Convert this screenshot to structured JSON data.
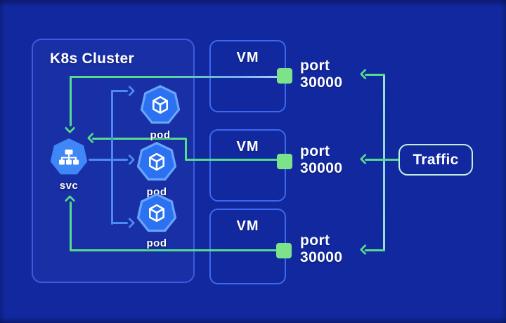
{
  "cluster": {
    "title": "K8s Cluster",
    "svc": {
      "label": "svc"
    },
    "pods": [
      {
        "label": "pod"
      },
      {
        "label": "pod"
      },
      {
        "label": "pod"
      }
    ]
  },
  "vms": [
    {
      "label": "VM",
      "port_word": "port",
      "port_number": "30000"
    },
    {
      "label": "VM",
      "port_word": "port",
      "port_number": "30000"
    },
    {
      "label": "VM",
      "port_word": "port",
      "port_number": "30000"
    }
  ],
  "traffic": {
    "label": "Traffic"
  },
  "colors": {
    "background": "#12289F",
    "cluster_border": "#3C5BE0",
    "vm_border": "#3E68EE",
    "traffic_border": "#BFEFE3",
    "line_green": "#55DC8E",
    "line_blue": "#4C8BF5",
    "trunk_cyan": "#8ED9E4",
    "port_green": "#7CE38B",
    "icon_blue": "#2B72F2",
    "icon_ring": "#69A5F8",
    "svc_blue": "#3F86F7",
    "text": "#FFFFFF"
  }
}
